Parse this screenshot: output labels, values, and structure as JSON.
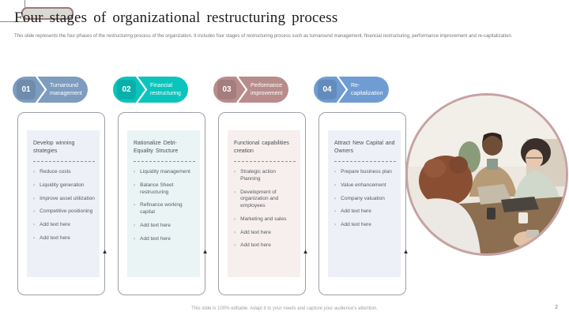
{
  "slide": {
    "title": "Four stages of organizational restructuring process",
    "subtitle": "This slide represents the four phases of the restructuring process of the organization. It includes four stages of restructuring process such as turnaround management, financial restructuring, performance improvement and re-capitalization.",
    "footer": "This slide is 100% editable. Adapt it to your needs and capture your audience's attention.",
    "page_number": "2"
  },
  "stages": [
    {
      "number": "01",
      "label": "Turnaround management",
      "color": "#7d9cc0",
      "light_color": "#edf1f7",
      "header": "Develop winning strategies",
      "bullets": [
        "Reduce costs",
        "Liquidity generation",
        "Improve asset utilization",
        "Competitive positioning",
        "Add text here",
        "Add text here"
      ]
    },
    {
      "number": "02",
      "label": "Financial restructuring",
      "color": "#0bc4bd",
      "light_color": "#eaf4f5",
      "header": "Rationalize Debt-Equality Structure",
      "bullets": [
        "Liquidity management",
        "Balance Sheet restructuring",
        "Refinance working capital",
        "Add text here",
        "Add text here"
      ]
    },
    {
      "number": "03",
      "label": "Performance improvement",
      "color": "#b98c8c",
      "light_color": "#f6efee",
      "header": "Functional capabilities creation",
      "bullets": [
        "Strategic action Planning",
        "Development of organization and employees",
        "Marketing and sales",
        "Add text here",
        "Add text here"
      ]
    },
    {
      "number": "04",
      "label": "Re-capitalization",
      "color": "#6f9cd3",
      "light_color": "#edf1f7",
      "header": "Attract New Capital and Owners",
      "bullets": [
        "Prepare business plan",
        "Value enhancement",
        "Company valuation",
        "Add text here",
        "Add text here"
      ]
    }
  ],
  "image": {
    "description": "team-meeting-photo",
    "border_color": "#c7a2a2"
  }
}
